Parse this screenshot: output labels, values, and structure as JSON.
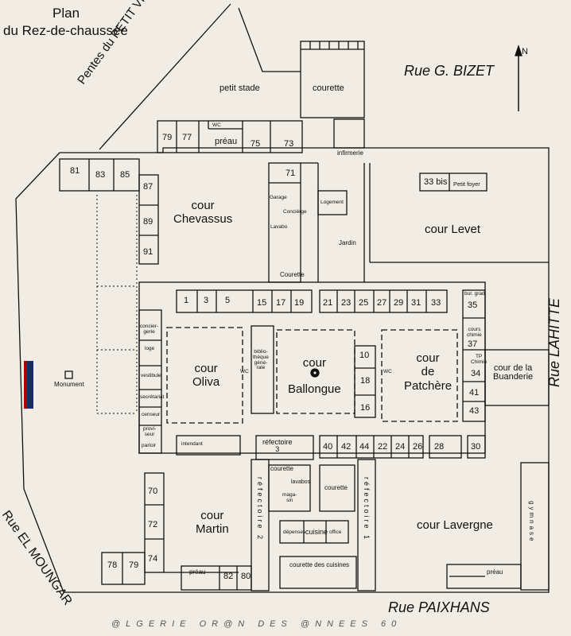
{
  "title": {
    "line1": "Plan",
    "line2": "du Rez-de-chaussée"
  },
  "streets": {
    "bizet": "Rue G. BIZET",
    "petit_vichy": "Pentes du PETIT VICHY",
    "lahitte": "Rue LAHITTE",
    "moungar": "Rue EL MOUNGAR",
    "paixhans": "Rue PAIXHANS"
  },
  "compass": "N",
  "courts": {
    "chevassus": "cour\nChevassus",
    "levet": "cour Levet",
    "oliva": "cour\nOliva",
    "ballongue": "cour\nBallongue",
    "patchere": "cour\nde\nPatchère",
    "buanderie": "cour de la\nBuanderie",
    "martin": "cour\nMartin",
    "lavergne": "cour Lavergne"
  },
  "areas": {
    "petit_stade": "petit stade",
    "courette_top": "courette",
    "infirmerie": "infirmerie",
    "preau_top": "préau",
    "wc_top": "WC",
    "bis33": "33 bis",
    "petit_foyer": "Petit foyer",
    "garage": "Garage",
    "concierge_top": "Conciérge",
    "lavabo": "Lavabo",
    "logement": "Logement",
    "jardin": "Jardin",
    "courette_mid": "Courette",
    "monument": "Monument",
    "conciergerie": "concier-\ngerie",
    "loge": "loge",
    "vestibule": "vestibule",
    "bibliotheque": "biblio-\nthèque\ngéné-\nrale",
    "wc_ballongue": "WC",
    "wc_patchere": "WC",
    "secretariat": "secrétariat",
    "censeur": "censeur",
    "proviseur": "provi-\nseur",
    "parloir": "parloir",
    "intendant": "intendant",
    "refectoire3": "réfectoire\n3",
    "courette_a": "courette",
    "courette_b": "courette",
    "lavabos": "lavabos",
    "magasin": "maga-\nsin",
    "refectoire2": "réfectoire 2",
    "refectoire1": "réfectoire 1",
    "depenses": "dépenses",
    "cuisine": "cuisine",
    "office": "office",
    "courette_cuisines": "courette des cuisines",
    "preau_bottom": "préau",
    "preau_right": "préau",
    "gymnase": "gymnase",
    "bureau_grad": "bur. grad.",
    "cours_chimie": "cours\nchimie",
    "tp_chimie": "TP\nChimie"
  },
  "rooms": {
    "r79t": "79",
    "r77": "77",
    "r75": "75",
    "r73": "73",
    "r71": "71",
    "r81": "81",
    "r83": "83",
    "r85": "85",
    "r87": "87",
    "r89": "89",
    "r91": "91",
    "r1": "1",
    "r3": "3",
    "r5": "5",
    "r15": "15",
    "r17": "17",
    "r19": "19",
    "r21": "21",
    "r23": "23",
    "r25": "25",
    "r27": "27",
    "r29": "29",
    "r31": "31",
    "r33": "33",
    "r35": "35",
    "r37": "37",
    "r34": "34",
    "r41": "41",
    "r43": "43",
    "r10": "10",
    "r18": "18",
    "r16": "16",
    "r40": "40",
    "r42": "42",
    "r44": "44",
    "r22": "22",
    "r24": "24",
    "r26": "26",
    "r28": "28",
    "r30": "30",
    "r70": "70",
    "r72": "72",
    "r74": "74",
    "r78": "78",
    "r79b": "79",
    "r82": "82",
    "r80": "80"
  },
  "watermark": "@LGERIE OR@N DES @NNEES 60"
}
